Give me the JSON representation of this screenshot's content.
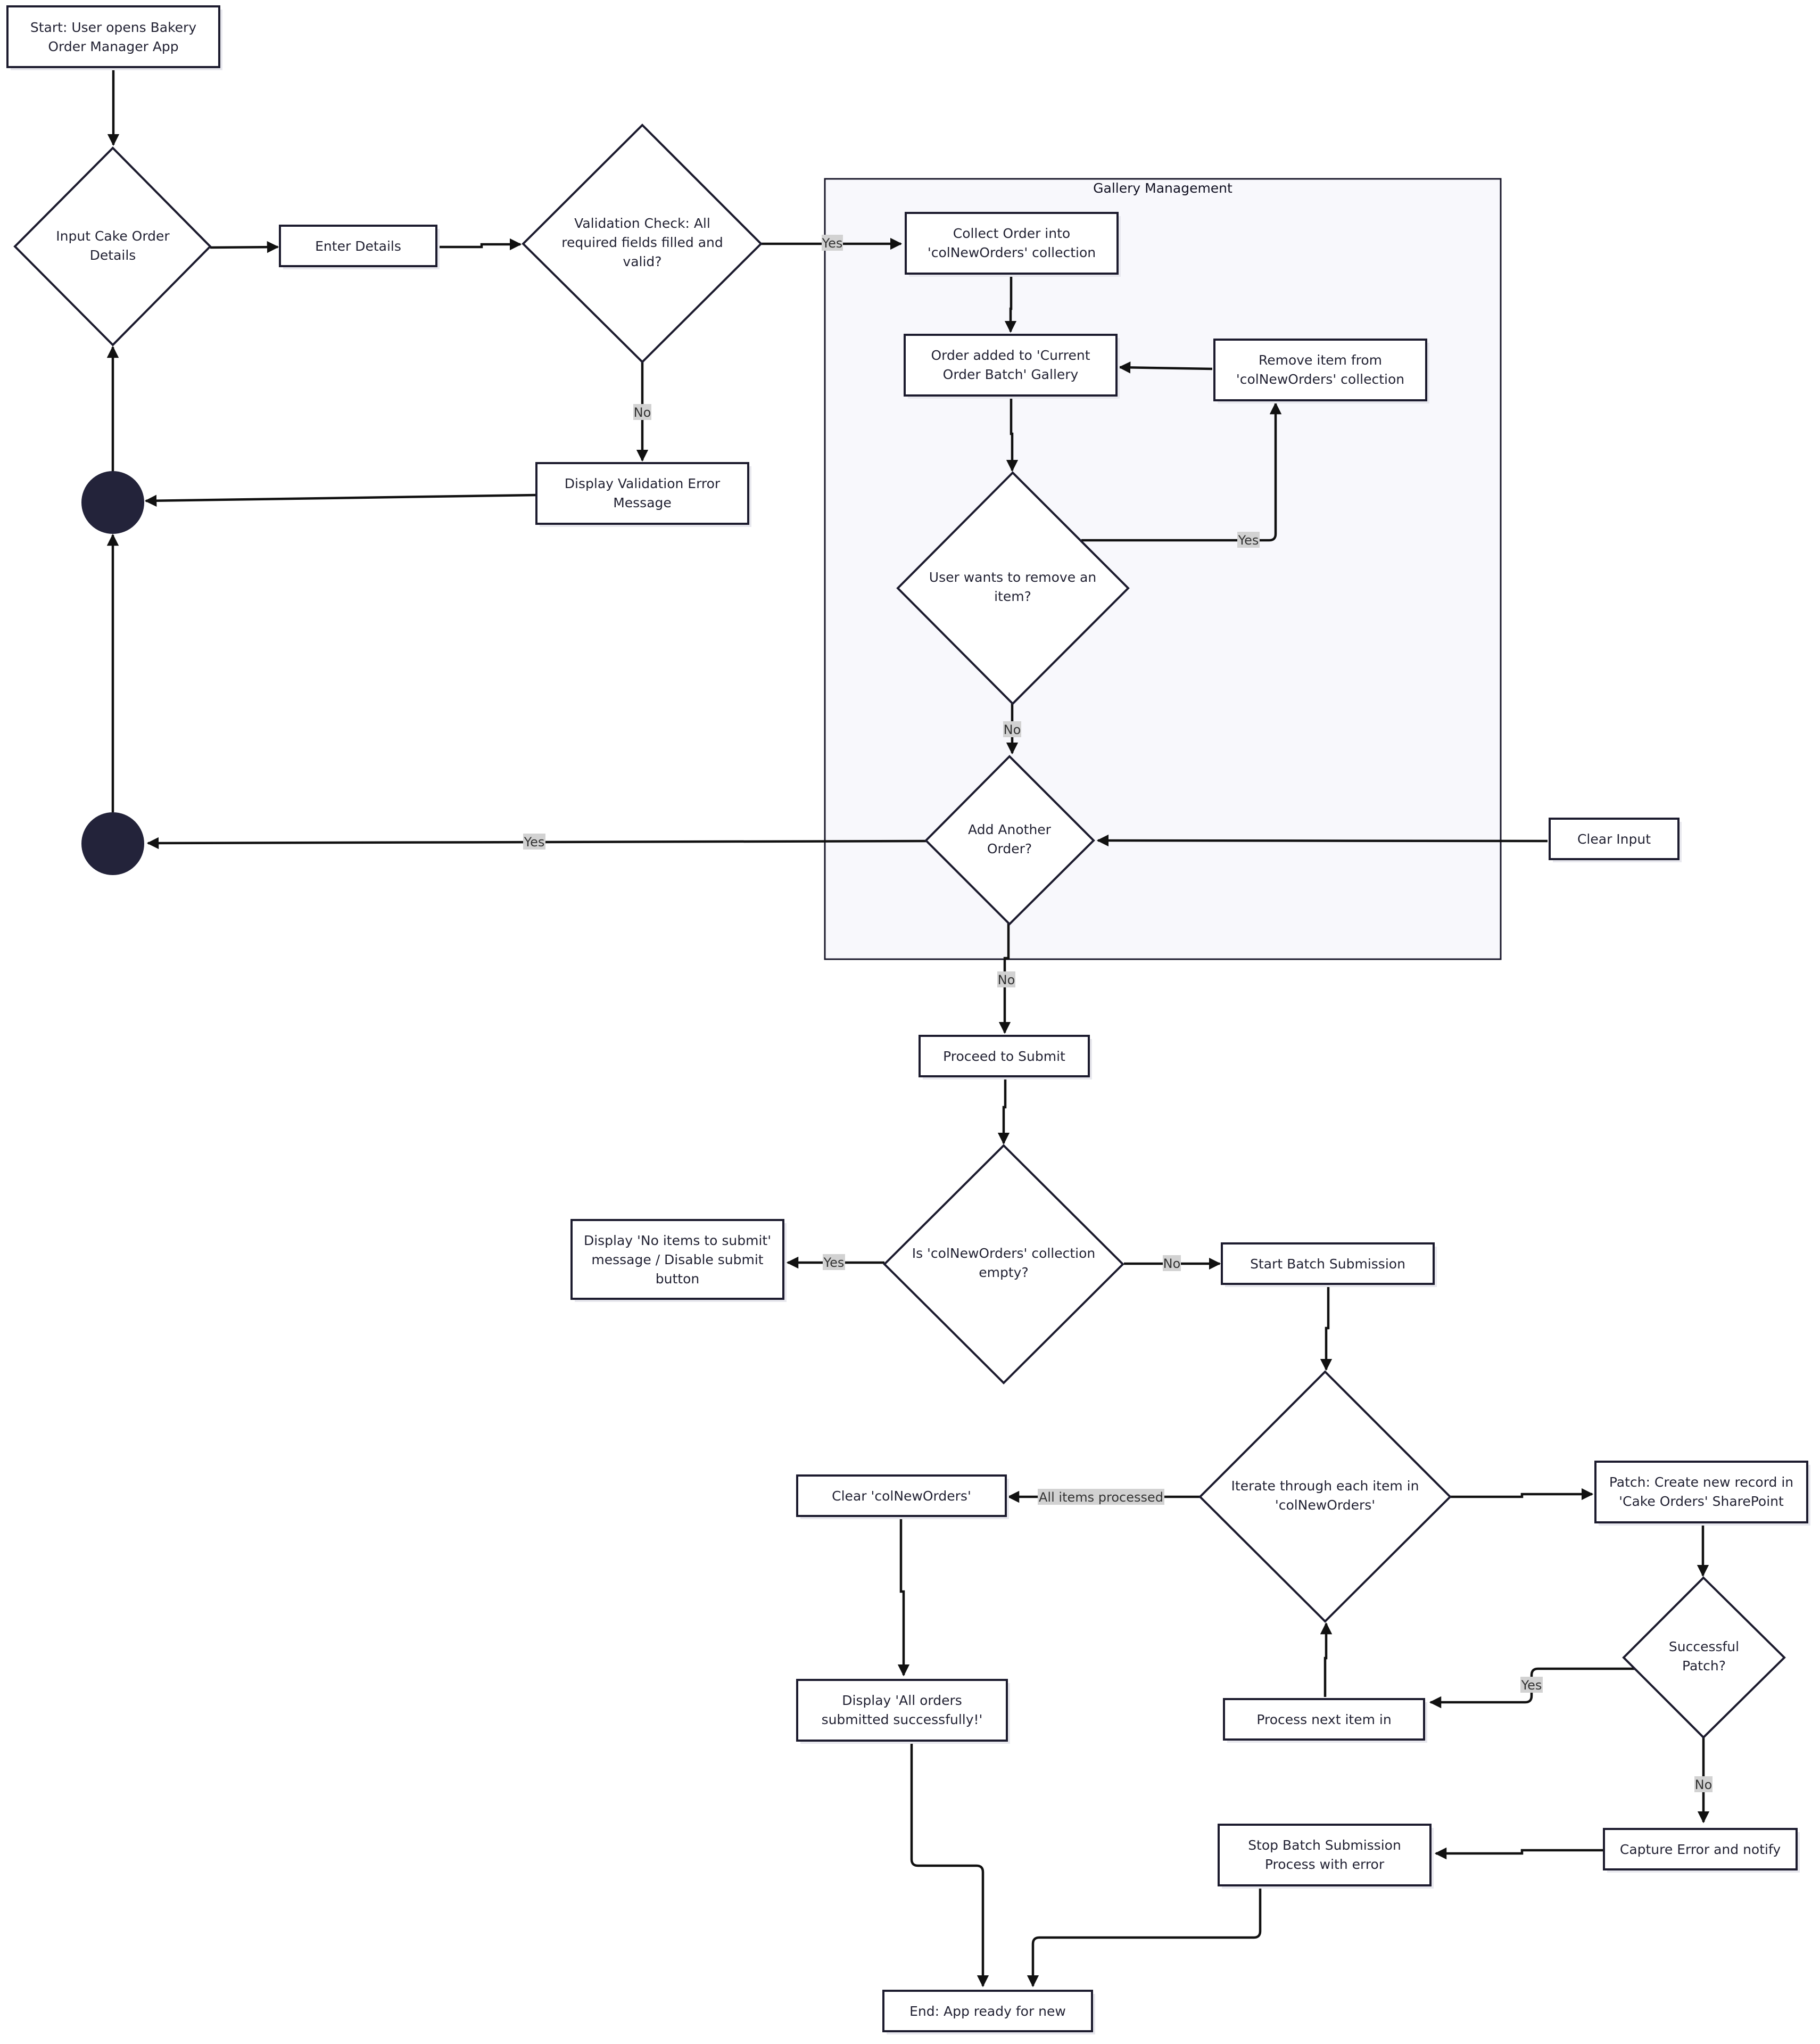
{
  "cluster": {
    "title": "Gallery Management"
  },
  "nodes": {
    "start": [
      "Start: User opens Bakery",
      "Order Manager App"
    ],
    "input_details": [
      "Input Cake Order",
      "Details"
    ],
    "enter_details": [
      "Enter Details"
    ],
    "validation": [
      "Validation Check: All",
      "required fields filled and",
      "valid?"
    ],
    "validation_error": [
      "Display Validation Error",
      "Message"
    ],
    "collect_order": [
      "Collect Order into",
      "'colNewOrders' collection"
    ],
    "order_added": [
      "Order added to 'Current",
      "Order Batch' Gallery"
    ],
    "remove_item": [
      "Remove item from",
      "'colNewOrders' collection"
    ],
    "wants_remove": [
      "User wants to remove an",
      "item?"
    ],
    "add_another": [
      "Add Another",
      "Order?"
    ],
    "clear_input": [
      "Clear Input"
    ],
    "proceed_submit": [
      "Proceed to Submit"
    ],
    "is_empty": [
      "Is 'colNewOrders' collection",
      "empty?"
    ],
    "no_items": [
      "Display 'No items to submit'",
      "message / Disable submit",
      "button"
    ],
    "start_batch": [
      "Start Batch Submission"
    ],
    "iterate": [
      "Iterate through each item in",
      "'colNewOrders'"
    ],
    "patch": [
      "Patch: Create new record in",
      "'Cake Orders' SharePoint"
    ],
    "clear_col": [
      "Clear 'colNewOrders'"
    ],
    "successful_patch": [
      "Successful",
      "Patch?"
    ],
    "process_next": [
      "Process next item in"
    ],
    "display_success": [
      "Display 'All orders",
      "submitted successfully!'"
    ],
    "capture_error": [
      "Capture Error and notify"
    ],
    "stop_batch": [
      "Stop Batch Submission",
      "Process with error"
    ],
    "end": [
      "End: App ready for new"
    ]
  },
  "edge_labels": {
    "validation_yes": "Yes",
    "validation_no": "No",
    "remove_yes": "Yes",
    "remove_no": "No",
    "another_yes": "Yes",
    "another_no": "No",
    "empty_yes": "Yes",
    "empty_no": "No",
    "all_processed": "All items processed",
    "patch_yes": "Yes",
    "patch_no": "No"
  }
}
